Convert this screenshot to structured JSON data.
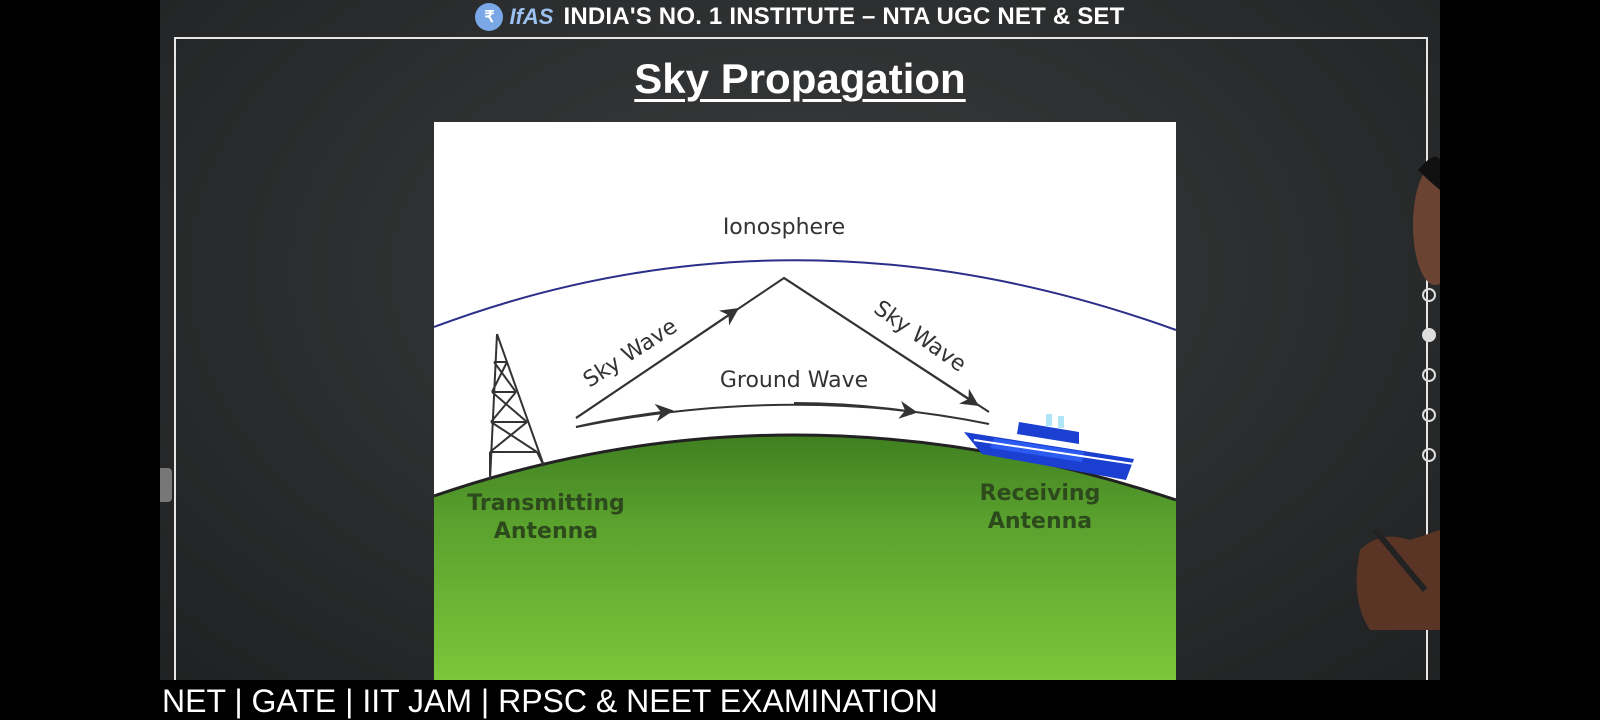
{
  "header": {
    "logo_glyph": "₹",
    "logo_text": "IfAS",
    "title": "INDIA'S NO. 1 INSTITUTE – NTA UGC NET & SET"
  },
  "slide": {
    "title": "Sky Propagation"
  },
  "diagram": {
    "ionosphere_label": "Ionosphere",
    "sky_wave_left": "Sky Wave",
    "sky_wave_right": "Sky Wave",
    "ground_wave": "Ground Wave",
    "transmitting_line1": "Transmitting",
    "transmitting_line2": "Antenna",
    "receiving_line1": "Receiving",
    "receiving_line2": "Antenna"
  },
  "ticker": {
    "text": "NET | GATE | IIT JAM | RPSC & NEET EXAMINATION"
  },
  "colors": {
    "ionosphere_line": "#2b2f8a",
    "ground_green": "#5aa12e",
    "ship_blue": "#1a3fd1",
    "board_bg": "#2e3031"
  }
}
